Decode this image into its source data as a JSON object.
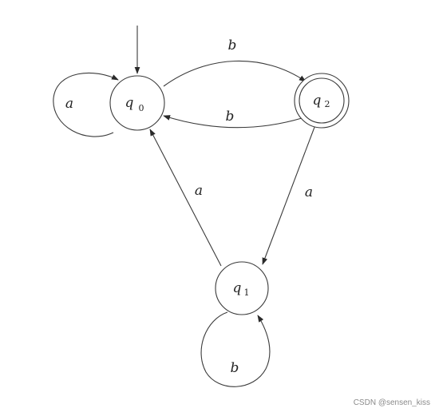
{
  "states": {
    "q0": {
      "name": "q",
      "sub": "0",
      "accepting": false,
      "initial": true
    },
    "q1": {
      "name": "q",
      "sub": "1",
      "accepting": false,
      "initial": false
    },
    "q2": {
      "name": "q",
      "sub": "2",
      "accepting": true,
      "initial": false
    }
  },
  "transitions": {
    "q0_q0": {
      "from": "q0",
      "to": "q0",
      "symbol": "a"
    },
    "q0_q2": {
      "from": "q0",
      "to": "q2",
      "symbol": "b"
    },
    "q2_q0": {
      "from": "q2",
      "to": "q0",
      "symbol": "b"
    },
    "q2_q1": {
      "from": "q2",
      "to": "q1",
      "symbol": "a"
    },
    "q1_q0": {
      "from": "q1",
      "to": "q0",
      "symbol": "a"
    },
    "q1_q1": {
      "from": "q1",
      "to": "q1",
      "symbol": "b"
    }
  },
  "watermark": "CSDN @sensen_kiss"
}
